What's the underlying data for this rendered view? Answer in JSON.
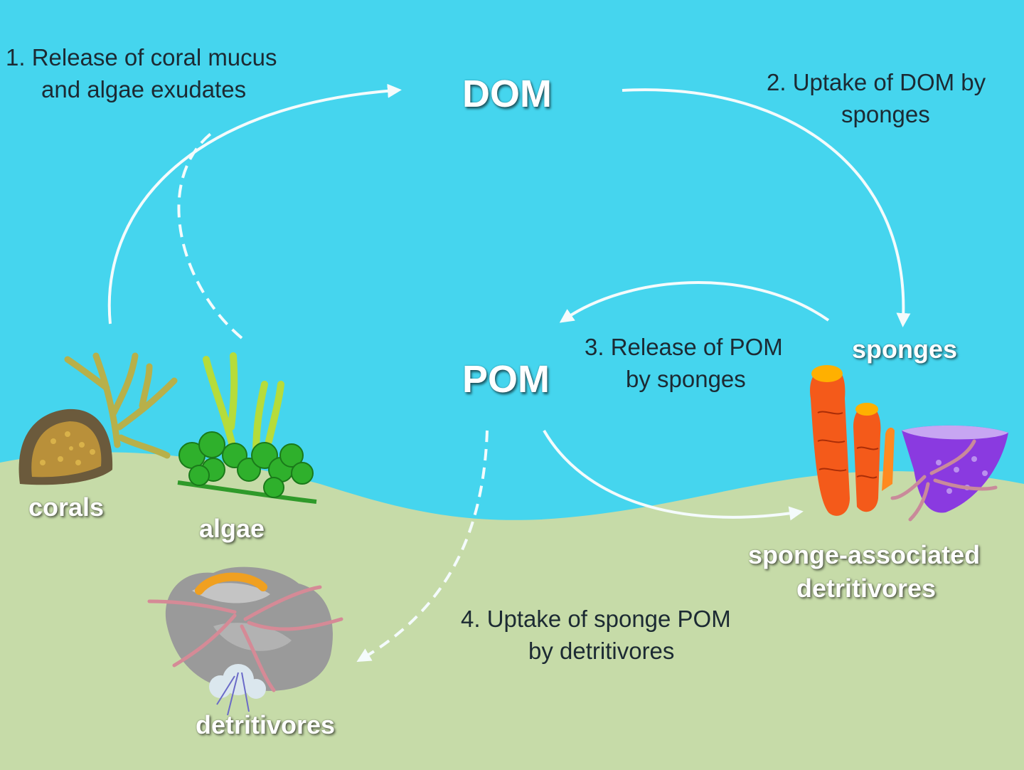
{
  "colors": {
    "water": "#45d5ee",
    "seafloor": "#c6dba8",
    "arrow": "#f4fbfc",
    "label_text": "#1c2a33"
  },
  "nodes": {
    "dom": "DOM",
    "pom": "POM",
    "sponges": "sponges",
    "corals": "corals",
    "algae": "algae",
    "detritivores": "detritivores",
    "sponge_associated_line1": "sponge-associated",
    "sponge_associated_line2": "detritivores"
  },
  "steps": {
    "step1_line1": "1. Release of coral mucus",
    "step1_line2": "and algae exudates",
    "step2_line1": "2. Uptake of DOM by",
    "step2_line2": "sponges",
    "step3_line1": "3. Release of POM",
    "step3_line2": "by sponges",
    "step4_line1": "4. Uptake of sponge POM",
    "step4_line2": "by detritivores"
  },
  "illustrations": [
    "coral-illustration",
    "algae-illustration",
    "sponge-illustration",
    "detritivore-rock-illustration"
  ]
}
